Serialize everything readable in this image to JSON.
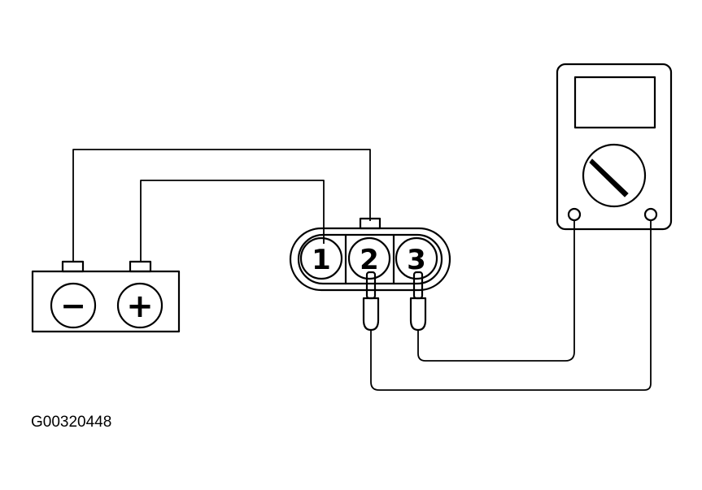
{
  "battery": {
    "negative_symbol": "−",
    "positive_symbol": "+"
  },
  "connector": {
    "pins": [
      "1",
      "2",
      "3"
    ]
  },
  "figure_id": "G00320448"
}
